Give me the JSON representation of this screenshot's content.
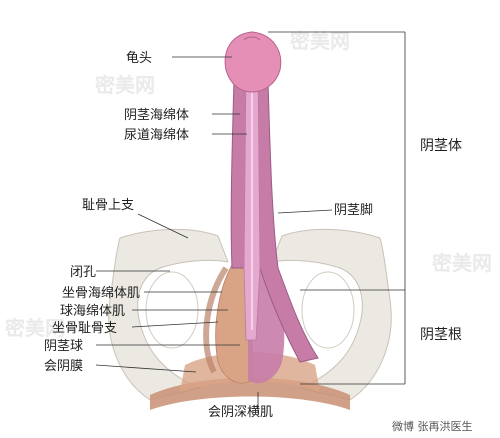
{
  "labels": {
    "glans": "龟头",
    "corpus_cavernosum": "阴茎海绵体",
    "corpus_spongiosum": "尿道海绵体",
    "pubic_ramus": "耻骨上支",
    "crus": "阴茎脚",
    "obturator": "闭孔",
    "ischiocavernosus": "坐骨海绵体肌",
    "bulbospongiosus": "球海绵体肌",
    "ischiopubic_ramus": "坐骨耻骨支",
    "bulb": "阴茎球",
    "perineal_membrane": "会阴膜",
    "deep_transverse": "会阴深横肌",
    "shaft_bracket": "阴茎体",
    "root_bracket": "阴茎根"
  },
  "watermark": {
    "text": "密美网"
  },
  "credit": {
    "text": "微博 张再洪医生"
  },
  "colors": {
    "cavernosum": "#c77ca8",
    "spongiosum": "#e6a8cf",
    "glans": "#e58fb6",
    "bone": "#ece8e2",
    "muscle": "#d9a486",
    "membrane": "#c98f73"
  }
}
